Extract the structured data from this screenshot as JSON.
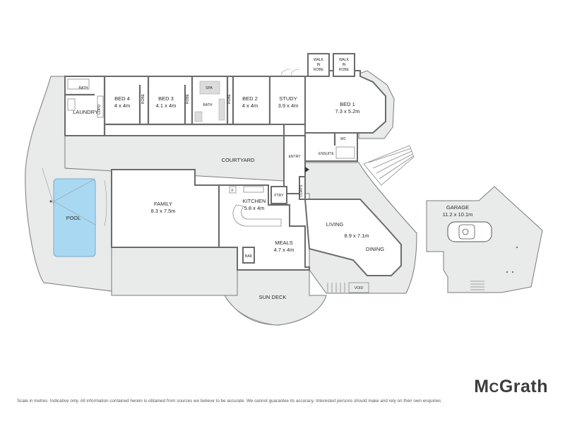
{
  "rooms": {
    "bath_small": "BATH",
    "laundry": "LAUNDRY",
    "cupd": "CUPD",
    "bed4": {
      "name": "BED 4",
      "size": "4 x 4m"
    },
    "robe1": "ROBE",
    "bed3": {
      "name": "BED 3",
      "size": "4.1 x 4m"
    },
    "robe2": "ROBE",
    "spa": "SPA",
    "bath_main": "BATH",
    "robe3": "ROBE",
    "bed2": {
      "name": "BED 2",
      "size": "4 x 4m"
    },
    "study": {
      "name": "STUDY",
      "size": "3.9 x 4m"
    },
    "walkin1": [
      "WALK",
      "IN",
      "ROBE"
    ],
    "walkin2": [
      "WALK",
      "IN",
      "ROBE"
    ],
    "bed1": {
      "name": "BED 1",
      "size": "7.3 x 5.2m"
    },
    "wc": "WC",
    "ensuite": "ENSUITE",
    "entry": "ENTRY",
    "coats": "COATS",
    "courtyard": "COURTYARD",
    "pool": "POOL",
    "family": {
      "name": "FAMILY",
      "size": "8.3 x 7.5m"
    },
    "fridge": "F",
    "kitchen": {
      "name": "KITCHEN",
      "size": "5.8 x 4m"
    },
    "pantry": "PTRY",
    "living": {
      "name": "LIVING",
      "size": "8.9 x 7.1m"
    },
    "dining": "DINING",
    "meals": {
      "name": "MEALS",
      "size": "4.7 x 4m"
    },
    "bar": "BAR",
    "sun_deck": "SUN DECK",
    "void": "VOID",
    "garage": {
      "name": "GARAGE",
      "size": "11.2 x 10.1m"
    }
  },
  "brand": {
    "prefix": "M",
    "small": "C",
    "rest": "Grath"
  },
  "disclaimer": "Scale in metres. Indicative only. All information contained herein is obtained from sources we believe to be accurate. We cannot guarantee its accuracy. Interested persons should make and rely on their own enquiries",
  "colors": {
    "wall": "#6b6b6b",
    "exterior": "#e9eaea",
    "pool": "#a9d8f2",
    "brand": "#3c3c3c"
  }
}
